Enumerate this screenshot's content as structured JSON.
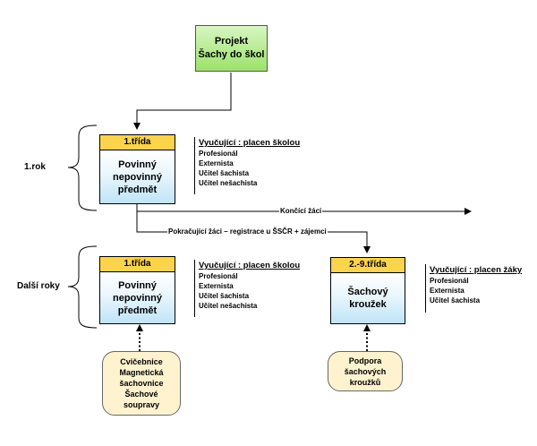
{
  "project": {
    "line1": "Projekt",
    "line2": "Šachy do škol"
  },
  "sections": [
    {
      "label": "1.rok"
    },
    {
      "label": "Další roky"
    }
  ],
  "boxes": [
    {
      "header": "1.třída",
      "lines": [
        "Povinný",
        "nepovinný",
        "předmět"
      ]
    },
    {
      "header": "1.třída",
      "lines": [
        "Povinný",
        "nepovinný",
        "předmět"
      ]
    },
    {
      "header": "2.-9.třída",
      "lines": [
        "Šachový",
        "kroužek"
      ]
    }
  ],
  "info_lists": [
    {
      "title": "Vyučující : placen školou",
      "items": [
        "Profesionál",
        "Externista",
        "Učitel šachista",
        "Učitel nešachista"
      ]
    },
    {
      "title": "Vyučující : placen školou",
      "items": [
        "Profesionál",
        "Externista",
        "Učitel šachista",
        "Učitel nešachista"
      ]
    },
    {
      "title": "Vyučující : placen žáky",
      "items": [
        "Profesionál",
        "Externista",
        "Učitel šachista"
      ]
    }
  ],
  "edges": {
    "ending": "Končící žáci",
    "continuing": "Pokračující žáci – registrace u ŠSČR + zájemci"
  },
  "supports": [
    {
      "lines": [
        "Cvičebnice",
        "Magnetická",
        "šachovnice",
        "Šachové",
        "soupravy"
      ]
    },
    {
      "lines": [
        "Podpora",
        "šachových",
        "kroužků"
      ]
    }
  ],
  "colors": {
    "header": "#fbd34d",
    "project_top": "#d8f6c2",
    "project_bottom": "#9be26b",
    "body_bottom": "#bfe4f8",
    "support": "#fff3cf"
  }
}
